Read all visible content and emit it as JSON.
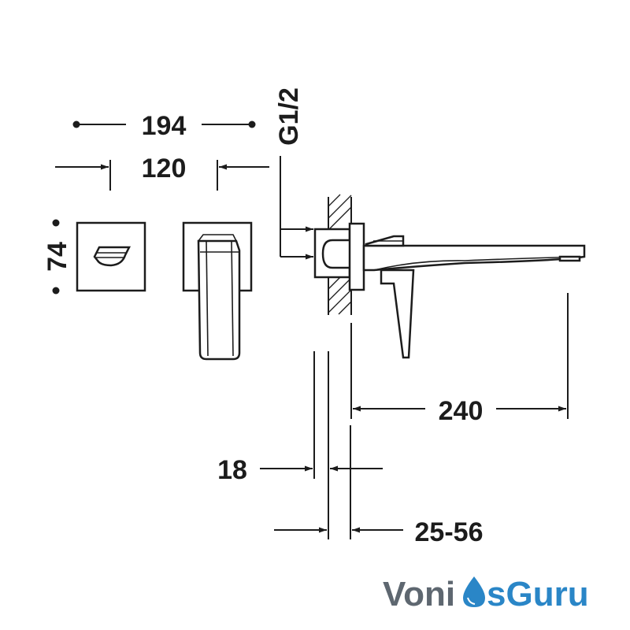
{
  "dimensions": {
    "overall_width": "194",
    "escutcheon_width": "120",
    "thread_size": "G1/2",
    "height": "74",
    "spout_projection": "240",
    "plate_thickness": "18",
    "wall_depth_range": "25-56"
  },
  "watermark": {
    "part1": "Voni",
    "part2": "sGuru"
  }
}
